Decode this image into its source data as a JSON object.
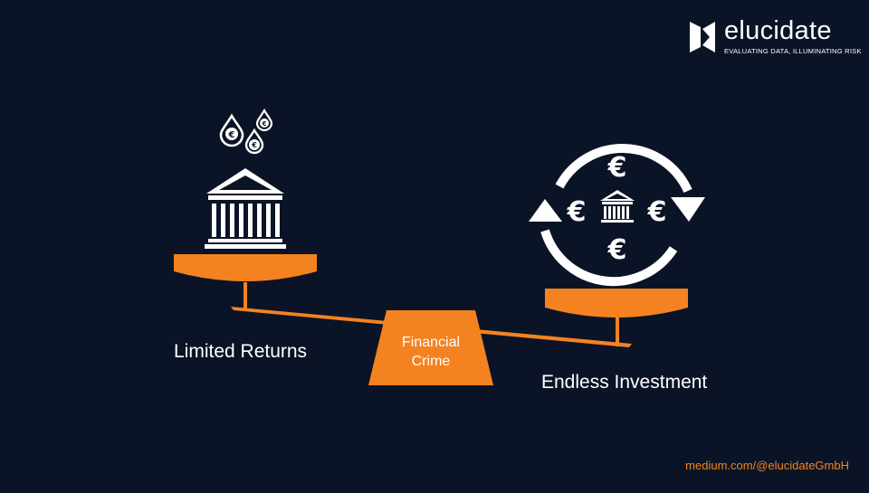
{
  "brand": {
    "name": "elucidate",
    "tagline": "EVALUATING DATA, ILLUMINATING RISK"
  },
  "diagram": {
    "left_label": "Limited Returns",
    "right_label": "Endless Investment",
    "fulcrum_line1": "Financial",
    "fulcrum_line2": "Crime",
    "currency_symbol": "€"
  },
  "footer": {
    "link": "medium.com/@elucidateGmbH"
  },
  "colors": {
    "background": "#0b1426",
    "accent": "#f58220",
    "foreground": "#ffffff"
  },
  "icons": {
    "left_pan": "bank-building-icon",
    "drops": "euro-drop-icon",
    "right_pan": "euro-cycle-icon"
  }
}
